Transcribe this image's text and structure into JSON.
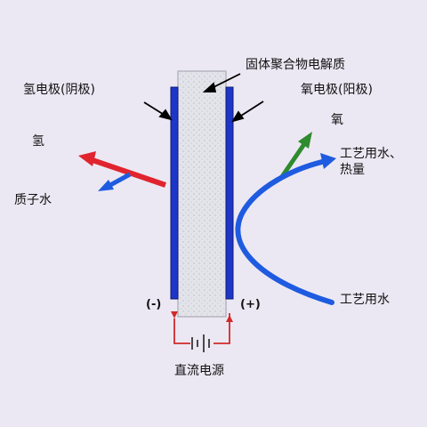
{
  "labels": {
    "electrolyte": "固体聚合物电解质",
    "cathode": "氢电极(阴极)",
    "anode": "氧电极(阳极)",
    "hydrogen": "氢",
    "proton_water": "质子水",
    "oxygen": "氧",
    "process_water_heat_line1": "工艺用水、",
    "process_water_heat_line2": "热量",
    "process_water": "工艺用水",
    "minus": "(-)",
    "plus": "(+)",
    "dc_power": "直流电源"
  },
  "colors": {
    "background": "#ECE8F3",
    "electrode": "#1E36C8",
    "membrane": "#E3E3EA",
    "hydrogen_arrow": "#E0242E",
    "oxygen_arrow": "#2E8B2E",
    "water_arrow": "#1E5BE0",
    "circuit": "#D02A2A"
  }
}
